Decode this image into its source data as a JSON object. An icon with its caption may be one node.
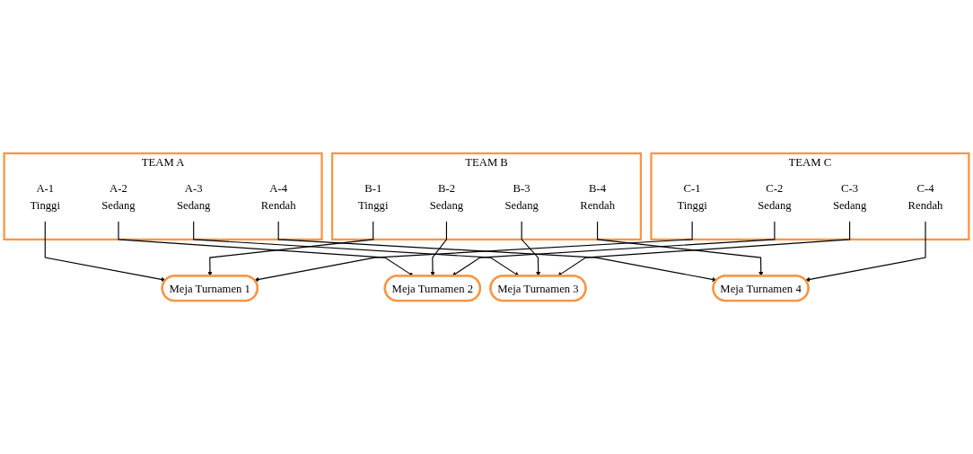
{
  "diagram": {
    "nodes": [
      {
        "text": [
          "TEAM A"
        ]
      },
      {
        "text": [
          "A-1",
          "Tinggi"
        ],
        "in": 0
      },
      {
        "text": [
          "A-2",
          "Sedang"
        ],
        "in": 0
      },
      {
        "text": [
          "A-3",
          "Sedang"
        ],
        "in": 0
      },
      {
        "text": [
          "A-4",
          "Rendah"
        ],
        "in": 0
      },
      {
        "text": [
          "Meja Turnamen 1"
        ]
      },
      {
        "text": [
          "Meja Turnamen 2"
        ]
      },
      {
        "text": [
          "Meja Turnamen 3"
        ]
      },
      {
        "text": [
          "Meja Turnamen 4"
        ]
      },
      {
        "text": [
          "TEAM B"
        ]
      },
      {
        "text": [
          "B-1",
          "Tinggi"
        ],
        "in": 9
      },
      {
        "text": [
          "B-2",
          "Sedang"
        ],
        "in": 9
      },
      {
        "text": [
          "B-3",
          "Sedang"
        ],
        "in": 9
      },
      {
        "text": [
          "B-4",
          "Rendah"
        ],
        "in": 9
      },
      {
        "text": [
          "TEAM C"
        ]
      },
      {
        "text": [
          "C-1",
          "Tinggi"
        ],
        "in": 14
      },
      {
        "text": [
          "C-2",
          "Sedang"
        ],
        "in": 14
      },
      {
        "text": [
          "C-3",
          "Sedang"
        ],
        "in": 14
      },
      {
        "text": [
          "C-4",
          "Rendah"
        ],
        "in": 14
      }
    ],
    "edges": [
      {
        "from": 1,
        "to": 5,
        "arrow": "to"
      },
      {
        "from": 2,
        "to": 6,
        "arrow": "to"
      },
      {
        "from": 3,
        "to": 7,
        "arrow": "to"
      },
      {
        "from": 4,
        "to": 8,
        "arrow": "to"
      },
      {
        "from": 10,
        "to": 5,
        "arrow": "to"
      },
      {
        "from": 11,
        "to": 6,
        "arrow": "to"
      },
      {
        "from": 12,
        "to": 7,
        "arrow": "to"
      },
      {
        "from": 13,
        "to": 8,
        "arrow": "to"
      },
      {
        "from": 15,
        "to": 5,
        "arrow": "to"
      },
      {
        "from": 16,
        "to": 6,
        "arrow": "to"
      },
      {
        "from": 17,
        "to": 7,
        "arrow": "to"
      },
      {
        "from": 18,
        "to": 8,
        "arrow": "to"
      }
    ]
  }
}
